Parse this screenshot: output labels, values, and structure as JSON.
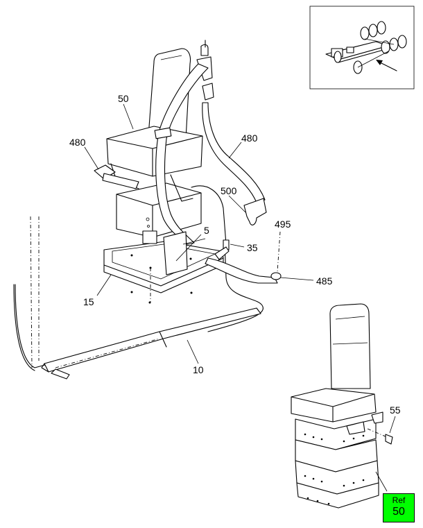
{
  "colors": {
    "ref_box_fill": "#00ff00",
    "line": "#000000",
    "background": "#ffffff"
  },
  "callouts": {
    "c50": "50",
    "c480a": "480",
    "c480b": "480",
    "c500": "500",
    "c5": "5",
    "c35": "35",
    "c495": "495",
    "c485": "485",
    "c15": "15",
    "c10": "10",
    "c55": "55"
  },
  "ref_box": {
    "label": "Ref",
    "number": "50"
  }
}
